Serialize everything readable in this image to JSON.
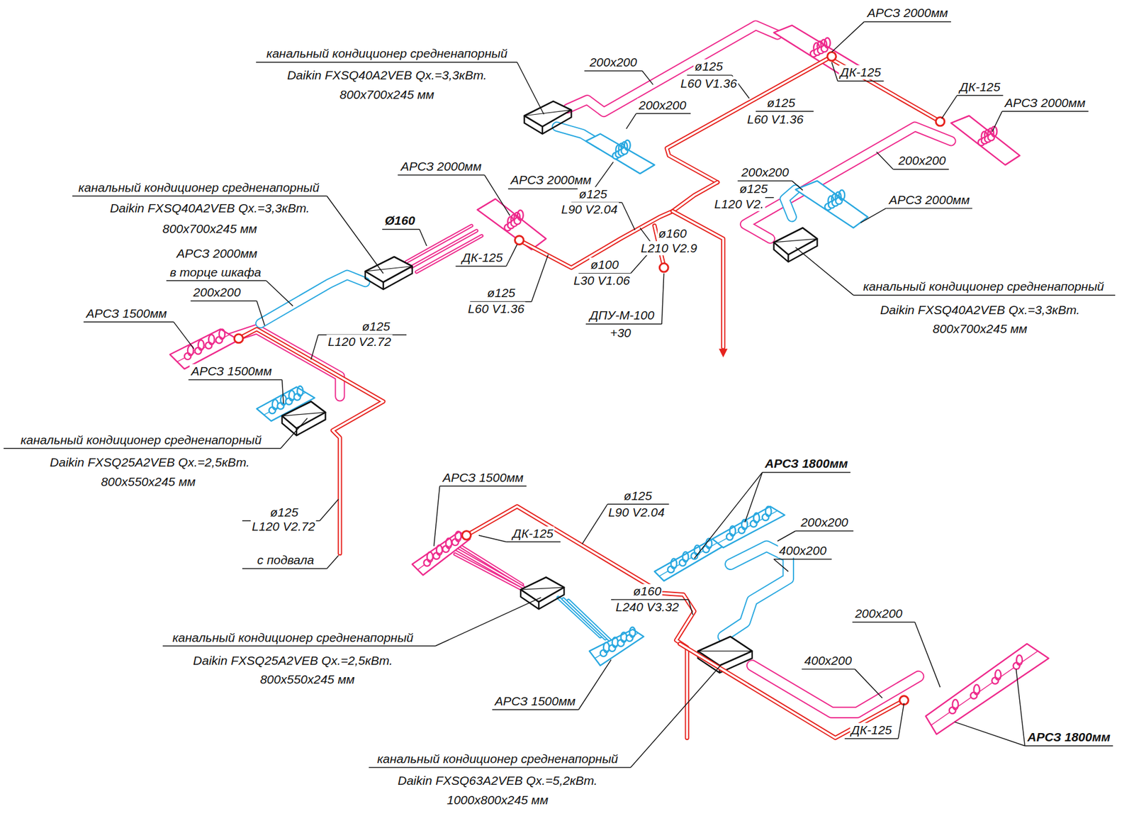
{
  "diagram": {
    "labels": [
      "АРСЗ 2000мм",
      "канальный кондиционер средненапорный",
      "Daikin FXSQ40A2VEB Qх.=3,3кВт.",
      "800x700x245 мм",
      "200x200",
      "ø125",
      "L60 V1.36",
      "ДК-125",
      "ø125",
      "L60 V1.36",
      "200x200",
      "ДК-125",
      "АРСЗ 2000мм",
      "200x200",
      "ø125",
      "L120 V2.",
      "200x200",
      "АРСЗ 2000мм",
      "АРСЗ 2000мм",
      "АРСЗ 2000мм",
      "ø125",
      "L90 V2.04",
      "Ø160",
      "ø160",
      "L210 V2.9",
      "ДК-125",
      "ø100",
      "L30 V1.06",
      "ø125",
      "L60 V1.36",
      "ДПУ-М-100",
      "+30",
      "канальный кондиционер средненапорный",
      "Daikin FXSQ40A2VEB Qх.=3,3кВт.",
      "800x700x245 мм",
      "АРСЗ 2000мм",
      "в торце шкафа",
      "200x200",
      "ø125",
      "L120 V2.72",
      "АРСЗ 1500мм",
      "АРСЗ 1500мм",
      "канальный кондиционер средненапорный",
      "Daikin FXSQ25A2VEB Qх.=2,5кВт.",
      "800x550x245 мм",
      "ø125",
      "L120 V2.72",
      "с подвала",
      "канальный кондиционер средненапорный",
      "Daikin FXSQ40A2VEB Qх.=3,3кВт.",
      "800x700x245 мм",
      "АРСЗ 1500мм",
      "ø125",
      "L90 V2.04",
      "ДК-125",
      "АРСЗ 1800мм",
      "200x200",
      "400x200",
      "ø160",
      "L240 V3.32",
      "канальный кондиционер средненапорный",
      "Daikin FXSQ25A2VEB Qх.=2,5кВт.",
      "800x550x245 мм",
      "АРСЗ 1500мм",
      "200x200",
      "400x200",
      "ДК-125",
      "АРСЗ 1800мм",
      "канальный кондиционер средненапорный",
      "Daikin FXSQ63A2VEB Qх.=5,2кВт.",
      "1000x800x245 мм"
    ]
  }
}
